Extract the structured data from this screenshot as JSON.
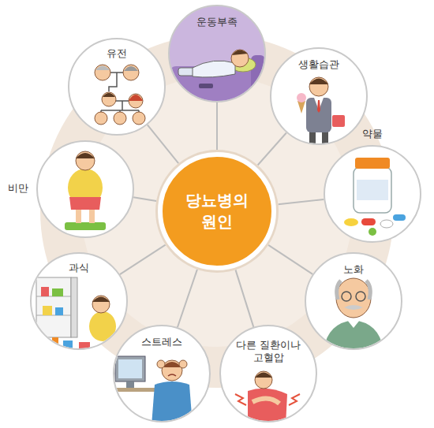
{
  "diagram": {
    "nodes": [
      {
        "text": [
          "당뇨병의 원인"
        ]
      },
      {
        "text": [
          "운동부족"
        ]
      },
      {
        "text": [
          "생활습관"
        ]
      },
      {
        "text": [
          "약물"
        ]
      },
      {
        "text": [
          "노화"
        ]
      },
      {
        "text": [
          "다른 질환이나 고혈압"
        ]
      },
      {
        "text": [
          "스트레스"
        ]
      },
      {
        "text": [
          "과식"
        ]
      },
      {
        "text": [
          "비만"
        ]
      },
      {
        "text": [
          "유전"
        ]
      }
    ],
    "edges": [
      {
        "from": 0,
        "to": 1,
        "arrow": "none"
      },
      {
        "from": 0,
        "to": 2,
        "arrow": "none"
      },
      {
        "from": 0,
        "to": 3,
        "arrow": "none"
      },
      {
        "from": 0,
        "to": 4,
        "arrow": "none"
      },
      {
        "from": 0,
        "to": 5,
        "arrow": "none"
      },
      {
        "from": 0,
        "to": 6,
        "arrow": "none"
      },
      {
        "from": 0,
        "to": 7,
        "arrow": "none"
      },
      {
        "from": 0,
        "to": 8,
        "arrow": "none"
      },
      {
        "from": 0,
        "to": 9,
        "arrow": "none"
      }
    ]
  }
}
